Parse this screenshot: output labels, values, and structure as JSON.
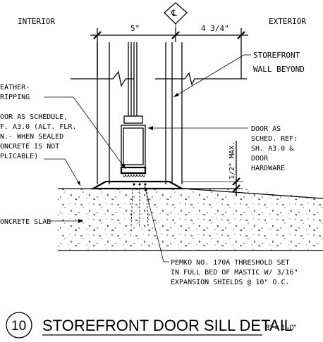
{
  "labels": {
    "interior": "INTERIOR",
    "exterior": "EXTERIOR",
    "centerline": "℄",
    "dim_left": "5\"",
    "dim_right": "4 3/4\"",
    "dim_vertical": "1/2\" MAX.",
    "storefront": "STOREFRONT",
    "wall_beyond": "WALL BEYOND",
    "weather_line1": "EATHER-",
    "weather_line2": "RIPPING",
    "door_left_line1": "OOR AS SCHEDULE,",
    "door_left_line2": "F. A3.0 (ALT. FLR.",
    "door_left_line3": "N.- WHEN SEALED",
    "door_left_line4": "ONCRETE IS NOT",
    "door_left_line5": "PLICABLE)",
    "door_right_line1": "DOOR AS",
    "door_right_line2": "SCHED. REF:",
    "door_right_line3": "SH. A3.0 &",
    "door_right_line4": "DOOR",
    "door_right_line5": "HARDWARE",
    "concrete_slab": "ONCRETE SLAB",
    "threshold_line1": "PEMKO  NO. 170A THRESHOLD SET",
    "threshold_line2": "IN FULL BED OF MASTIC W/ 3/16\"",
    "threshold_line3": "EXPANSION SHIELDS @ 10\" O.C."
  },
  "title_block": {
    "number": "10",
    "title": "STOREFRONT DOOR SILL DETAIL",
    "scale": "3\" = 1'-0\""
  }
}
